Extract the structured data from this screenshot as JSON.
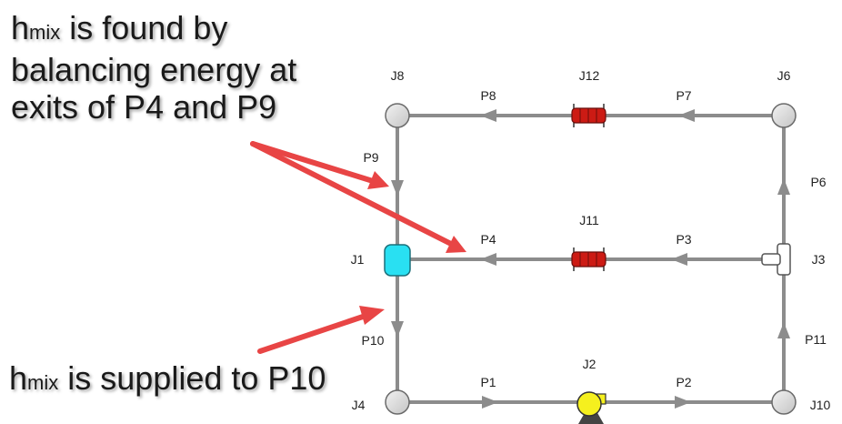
{
  "annotations": {
    "top": {
      "h": "h",
      "sub": "mix",
      "line1_rest": " is found by",
      "line2": "balancing energy at",
      "line3": "exits of P4 and P9"
    },
    "bottom": {
      "h": "h",
      "sub": "mix",
      "rest": " is supplied to P10"
    }
  },
  "junctions": {
    "J1": "J1",
    "J2": "J2",
    "J3": "J3",
    "J4": "J4",
    "J6": "J6",
    "J8": "J8",
    "J10": "J10",
    "J11": "J11",
    "J12": "J12"
  },
  "pipes": {
    "P1": "P1",
    "P2": "P2",
    "P3": "P3",
    "P4": "P4",
    "P6": "P6",
    "P7": "P7",
    "P8": "P8",
    "P9": "P9",
    "P10": "P10",
    "P11": "P11"
  },
  "colors": {
    "pipe": "#8c8c8c",
    "node_fill": "#d9d9d9",
    "tank": "#29e0f2",
    "heat_exchanger": "#cc1b14",
    "pump": "#f5f01e",
    "callout_arrow": "#e84545"
  }
}
